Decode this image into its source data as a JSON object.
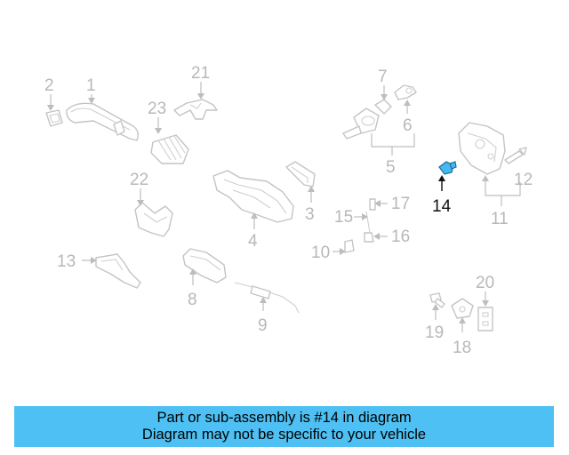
{
  "callouts": {
    "c1": "1",
    "c2": "2",
    "c3": "3",
    "c4": "4",
    "c5": "5",
    "c6": "6",
    "c7": "7",
    "c8": "8",
    "c9": "9",
    "c10": "10",
    "c11": "11",
    "c12": "12",
    "c13": "13",
    "c14": "14",
    "c15": "15",
    "c16": "16",
    "c17": "17",
    "c18": "18",
    "c19": "19",
    "c20": "20",
    "c21": "21",
    "c22": "22",
    "c23": "23"
  },
  "highlighted_part": "14",
  "colors": {
    "highlight_part": "#45b8f0",
    "banner_background": "#4ec0f3",
    "callout_muted": "#b8b8b8",
    "callout_active": "#111111"
  },
  "banner": {
    "line1": "Part or sub-assembly is #14 in diagram",
    "line2": "Diagram may not be specific to your vehicle"
  }
}
